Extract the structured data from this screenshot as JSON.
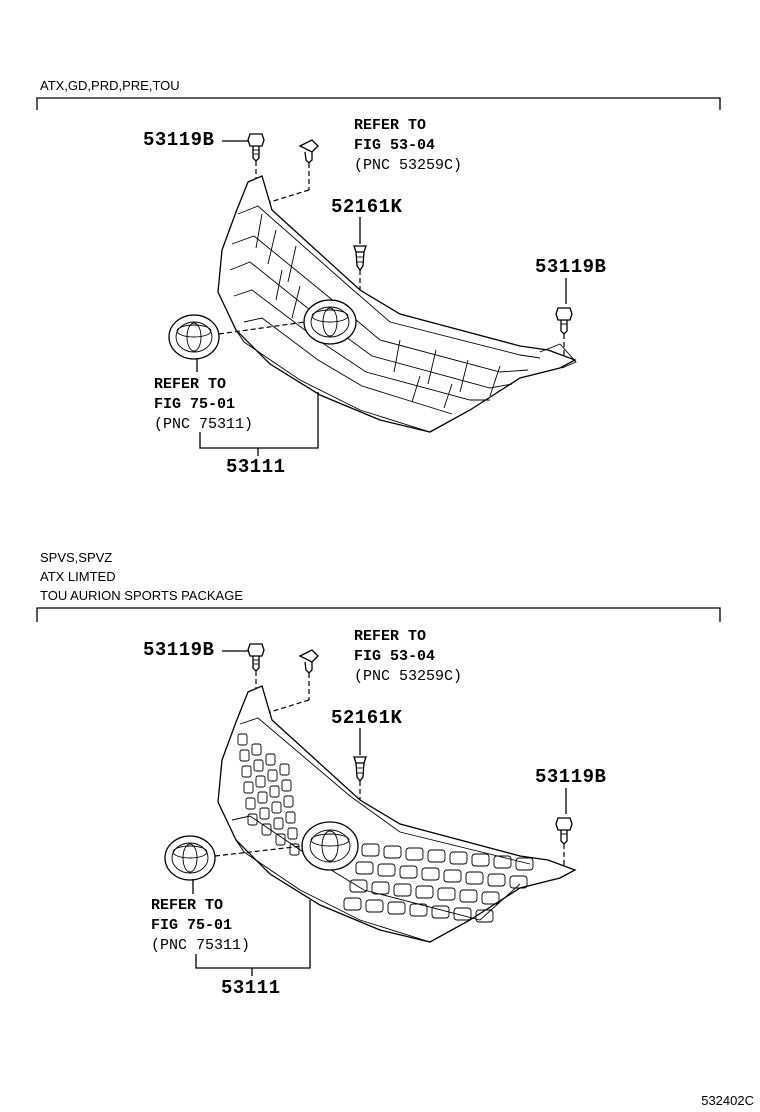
{
  "diagram_id": "532402C",
  "sections": [
    {
      "header_lines": [
        "ATX,GD,PRD,PRE,TOU"
      ],
      "labels": {
        "bolt_left": "53119B",
        "refer_clip": [
          "REFER TO",
          "FIG 53-04",
          "(PNC 53259C)"
        ],
        "clip_center": "52161K",
        "bolt_right": "53119B",
        "refer_emblem": [
          "REFER TO",
          "FIG 75-01",
          "(PNC 75311)"
        ],
        "grille": "53111"
      },
      "grille_style": "horizontal-bars"
    },
    {
      "header_lines": [
        "SPVS,SPVZ",
        "ATX LIMTED",
        "TOU AURION SPORTS PACKAGE"
      ],
      "labels": {
        "bolt_left": "53119B",
        "refer_clip": [
          "REFER TO",
          "FIG 53-04",
          "(PNC 53259C)"
        ],
        "clip_center": "52161K",
        "bolt_right": "53119B",
        "refer_emblem": [
          "REFER TO",
          "FIG 75-01",
          "(PNC 75311)"
        ],
        "grille": "53111"
      },
      "grille_style": "mesh"
    }
  ]
}
